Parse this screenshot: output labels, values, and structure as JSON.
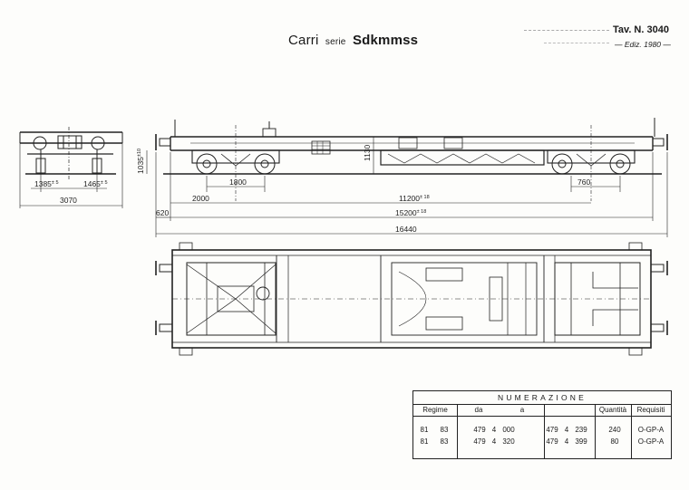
{
  "title": {
    "main": "Carri",
    "serie": "serie",
    "name": "Sdkmmss"
  },
  "tav": "Tav. N. 3040",
  "ediz": "— Ediz. 1980 —",
  "dimensions": {
    "end_left": "1385",
    "end_right": "1465",
    "end_tol": "± 5",
    "end_total": "3070",
    "height_side": "1035",
    "height_tol": "±10",
    "height_mid": "1130",
    "bogie_wheelbase": "1800",
    "bogie_right": "760",
    "overhang": "2000",
    "pivot": "11200",
    "pivot_tol": "± 18",
    "body_length": "15200",
    "body_tol": "± 18",
    "buffer_offset": "620",
    "total_length": "16440"
  },
  "table": {
    "header": "NUMERAZIONE",
    "columns": [
      "Regime",
      "da",
      "a",
      "Quantità",
      "Requisiti"
    ],
    "rows": [
      {
        "r1": "81",
        "r2": "83",
        "da1": "479",
        "da2": "4",
        "da3": "000",
        "a1": "479",
        "a2": "4",
        "a3": "239",
        "qty": "240",
        "req": "O-GP-A"
      },
      {
        "r1": "81",
        "r2": "83",
        "da1": "479",
        "da2": "4",
        "da3": "320",
        "a1": "479",
        "a2": "4",
        "a3": "399",
        "qty": "80",
        "req": "O-GP-A"
      }
    ]
  }
}
